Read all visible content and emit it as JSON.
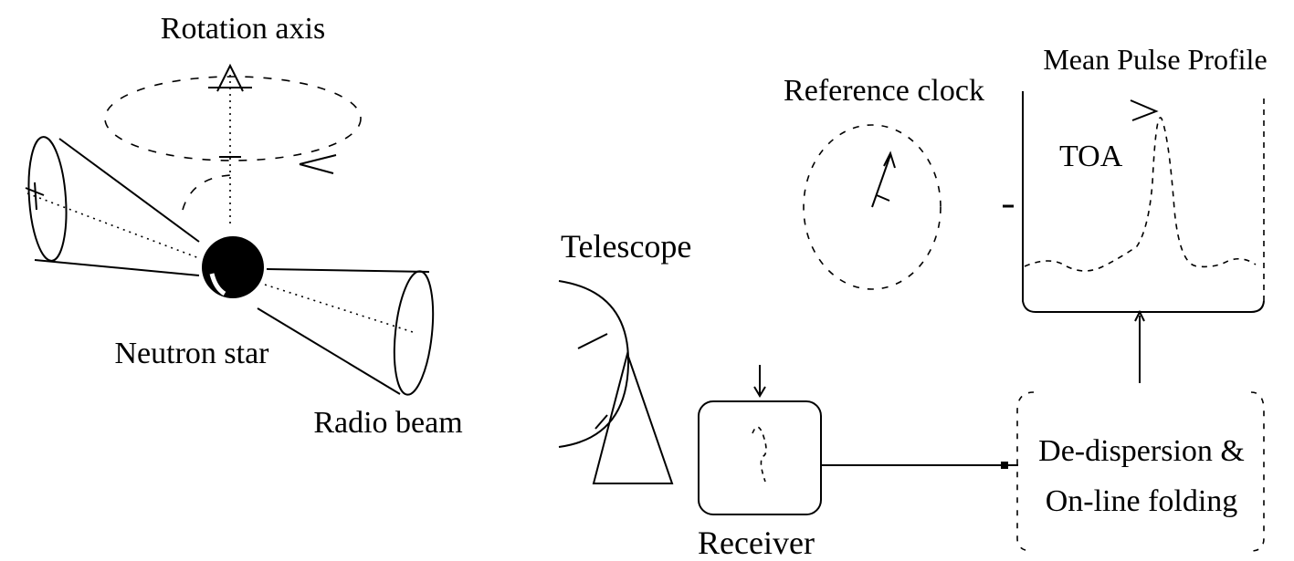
{
  "labels": {
    "rotation_axis": "Rotation axis",
    "neutron_star": "Neutron star",
    "radio_beam": "Radio beam",
    "telescope": "Telescope",
    "receiver": "Receiver",
    "reference_clock": "Reference clock",
    "mean_pulse_profile": "Mean Pulse Profile",
    "toa": "TOA",
    "dedispersion_line1": "De-dispersion &",
    "dedispersion_line2": "On-line folding"
  }
}
